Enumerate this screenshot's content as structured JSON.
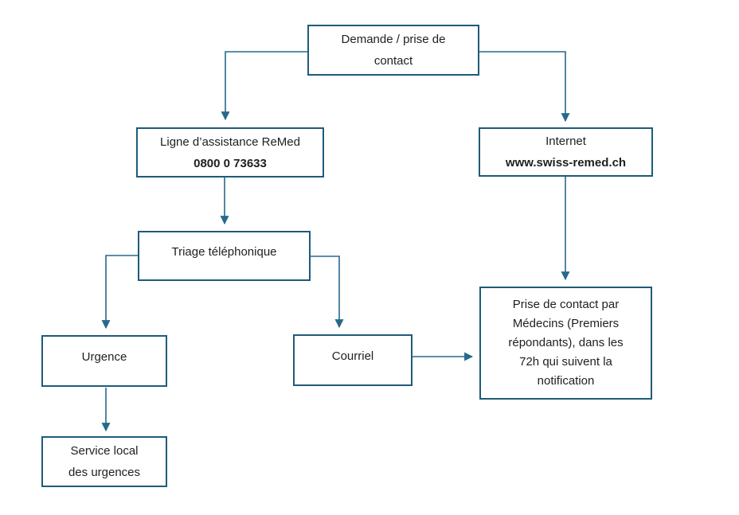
{
  "diagram": {
    "title": "ReMed contact flowchart",
    "colors": {
      "box-border": "#1e5b7a",
      "arrow": "#26698c",
      "text": "#1f1f1f",
      "background": "#ffffff"
    },
    "nodes": {
      "demande": {
        "lines": [
          "Demande / prise de",
          "contact"
        ]
      },
      "ligne": {
        "lines": [
          "Ligne d’assistance ReMed",
          "0800 0 73633"
        ]
      },
      "internet": {
        "lines": [
          "Internet",
          "www.swiss-remed.ch"
        ]
      },
      "triage": {
        "lines": [
          "Triage téléphonique"
        ]
      },
      "urgence": {
        "lines": [
          "Urgence"
        ]
      },
      "courriel": {
        "lines": [
          "Courriel"
        ]
      },
      "prise": {
        "lines": [
          "Prise de contact par",
          "Médecins (Premiers",
          "répondants), dans les",
          "72h qui suivent la",
          "notification"
        ]
      },
      "service": {
        "lines": [
          "Service local",
          "des urgences"
        ]
      }
    }
  }
}
